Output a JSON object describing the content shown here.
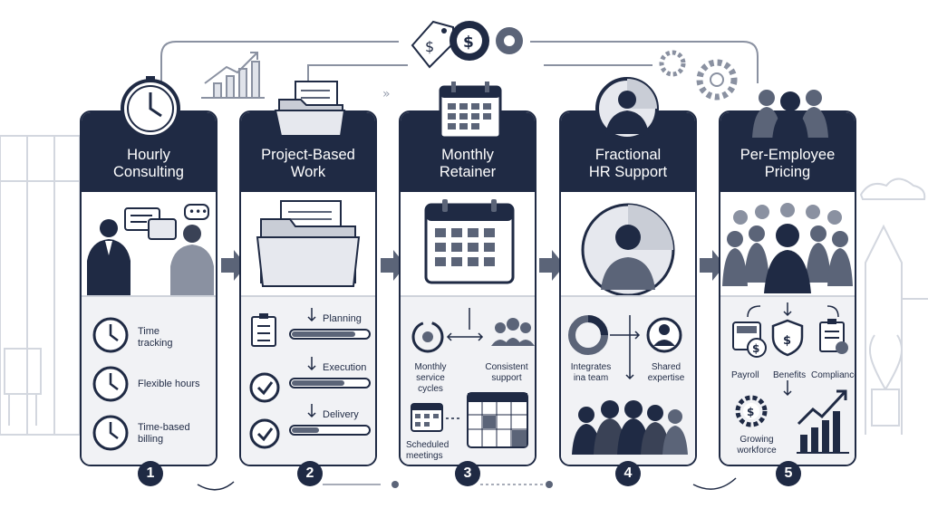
{
  "steps": [
    {
      "title": "Hourly\nConsulting",
      "number": "1",
      "items": [
        "Time\ntracking",
        "Flexible hours",
        "Time-based\nbilling"
      ]
    },
    {
      "title": "Project-Based\nWork",
      "number": "2",
      "items": [
        "Planning",
        "Execution",
        "Delivery"
      ]
    },
    {
      "title": "Monthly\nRetainer",
      "number": "3",
      "items": [
        "Monthly\nservice\ncycles",
        "Consistent\nsupport",
        "Scheduled\nmeetings"
      ]
    },
    {
      "title": "Fractional\nHR Support",
      "number": "4",
      "items": [
        "Integrates\nina team",
        "Shared\nexpertise"
      ]
    },
    {
      "title": "Per-Employee\nPricing",
      "number": "5",
      "items": [
        "Payroll",
        "Benefits",
        "Compliance",
        "Growing\nworkforce"
      ]
    }
  ],
  "colors": {
    "navy": "#1f2a44",
    "slate": "#5b6478",
    "light": "#e6e8ee",
    "panel": "#f1f2f5"
  },
  "icons": [
    "price-tag-icon",
    "dollar-gear-icon",
    "gear-icon",
    "growth-chart-icon",
    "clock-icon",
    "folder-icon",
    "calendar-icon",
    "person-avatar-icon",
    "group-icon",
    "checklist-icon",
    "check-circle-icon",
    "cycle-icon",
    "shield-dollar-icon",
    "clipboard-check-icon",
    "bar-chart-arrow-icon"
  ]
}
